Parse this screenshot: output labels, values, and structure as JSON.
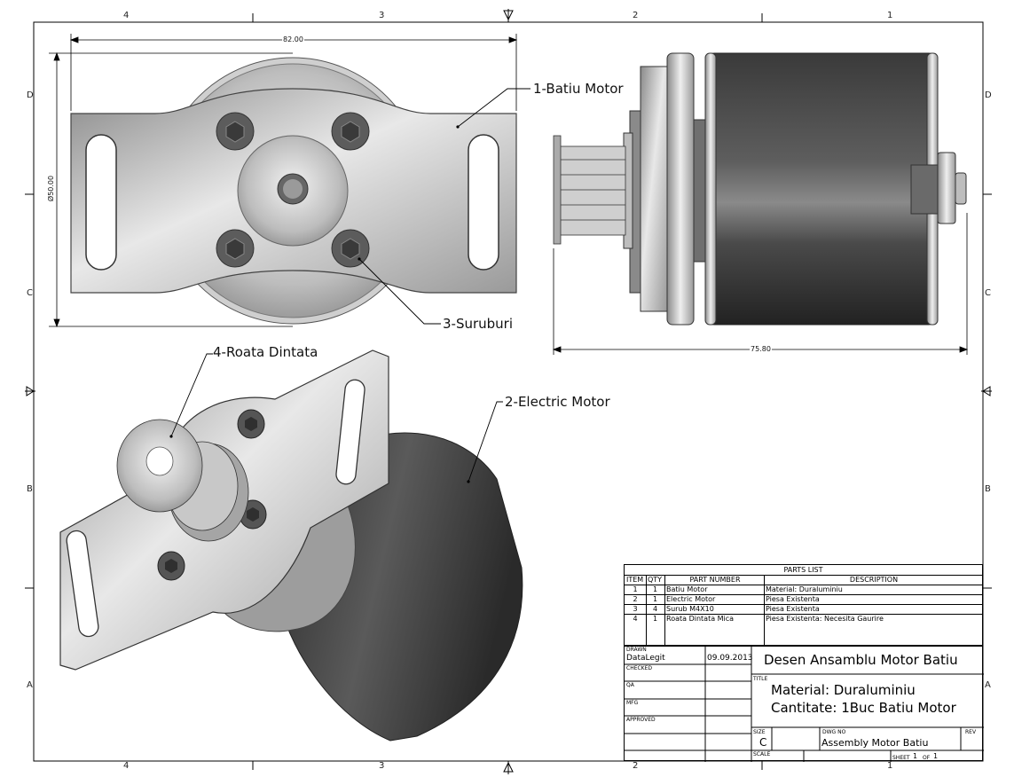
{
  "zones": {
    "top": [
      "4",
      "3",
      "2",
      "1"
    ],
    "bottom": [
      "4",
      "3",
      "2",
      "1"
    ],
    "left": [
      "D",
      "C",
      "B",
      "A"
    ],
    "right": [
      "D",
      "C",
      "B",
      "A"
    ]
  },
  "dimensions": {
    "width": "82.00",
    "diameter": "Ø50.00",
    "length": "75.80"
  },
  "callouts": {
    "batiu": "1-Batiu Motor",
    "electric": "2-Electric Motor",
    "suruburi": "3-Suruburi",
    "roata": "4-Roata Dintata"
  },
  "parts_list": {
    "title": "PARTS LIST",
    "headers": [
      "ITEM",
      "QTY",
      "PART NUMBER",
      "DESCRIPTION"
    ],
    "rows": [
      {
        "item": "1",
        "qty": "1",
        "part": "Batiu Motor",
        "desc": "Material: Duraluminiu"
      },
      {
        "item": "2",
        "qty": "1",
        "part": "Electric Motor",
        "desc": "Piesa Existenta"
      },
      {
        "item": "3",
        "qty": "4",
        "part": "Surub M4X10",
        "desc": "Piesa Existenta"
      },
      {
        "item": "4",
        "qty": "1",
        "part": "Roata Dintata Mica",
        "desc": "Piesa Existenta: Necesita Gaurire"
      }
    ]
  },
  "title_block": {
    "drawn_label": "DRAWN",
    "drawn_by": "DataLegit",
    "date": "09.09.2013",
    "checked_label": "CHECKED",
    "qa_label": "QA",
    "mfg_label": "MFG",
    "approved_label": "APPROVED",
    "drawing_name": "Desen Ansamblu Motor Batiu",
    "title_label": "TITLE",
    "title_line1": "Material: Duraluminiu",
    "title_line2": "Cantitate: 1Buc Batiu Motor",
    "size_label": "SIZE",
    "size": "C",
    "dwg_no_label": "DWG NO",
    "dwg_no": "Assembly Motor Batiu",
    "rev_label": "REV",
    "scale_label": "SCALE",
    "sheet_label": "SHEET",
    "sheet_num": "1",
    "of_label": "OF",
    "sheet_total": "1"
  }
}
